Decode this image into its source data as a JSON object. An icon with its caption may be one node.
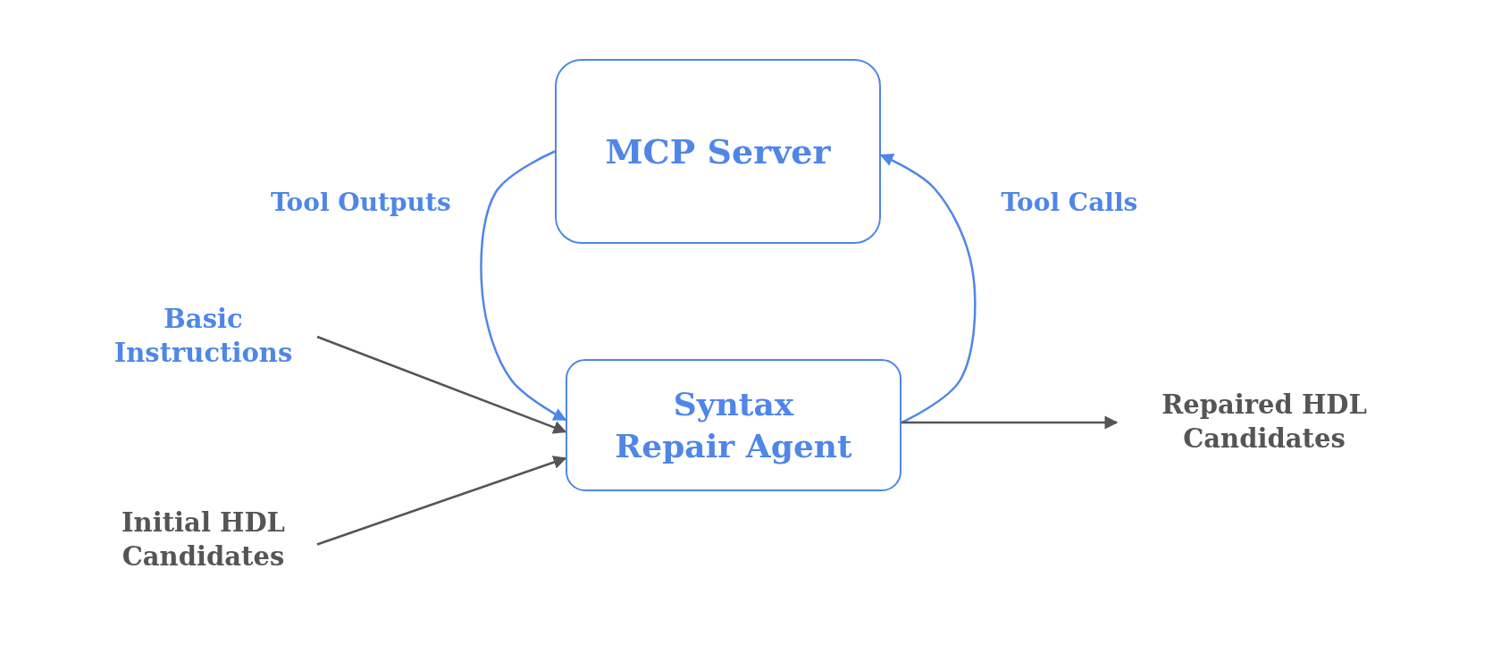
{
  "diagram": {
    "nodes": [
      {
        "text": [
          "MCP Server"
        ]
      },
      {
        "text": [
          "Syntax Repair Agent"
        ]
      },
      {
        "text": [
          "Basic Instructions"
        ]
      },
      {
        "text": [
          "Initial HDL Candidates"
        ]
      },
      {
        "text": [
          "Repaired HDL Candidates"
        ]
      }
    ],
    "edges": [
      {
        "from": 0,
        "to": 1,
        "arrow": "to",
        "label": "Tool Outputs",
        "color": "#4f86e8"
      },
      {
        "from": 1,
        "to": 0,
        "arrow": "to",
        "label": "Tool Calls",
        "color": "#4f86e8"
      },
      {
        "from": 2,
        "to": 1,
        "arrow": "to"
      },
      {
        "from": 3,
        "to": 1,
        "arrow": "to"
      },
      {
        "from": 1,
        "to": 4,
        "arrow": "to"
      }
    ]
  }
}
